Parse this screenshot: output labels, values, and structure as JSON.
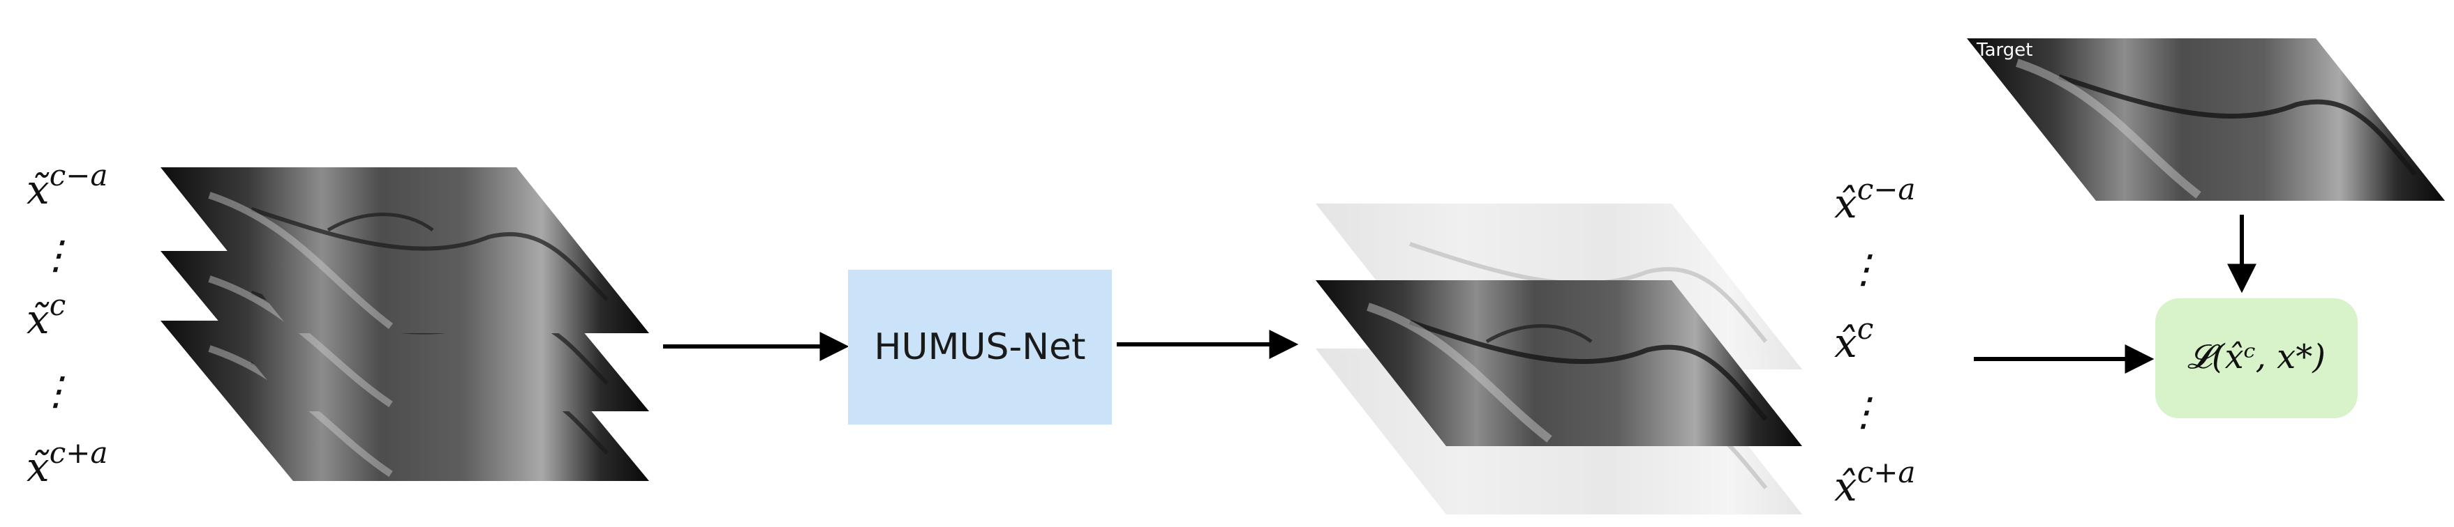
{
  "input_labels": {
    "top": "x̃",
    "top_sup": "c−a",
    "dots1": "⋮",
    "mid": "x̃",
    "mid_sup": "c",
    "dots2": "⋮",
    "bot": "x̃",
    "bot_sup": "c+a"
  },
  "model": {
    "label": "HUMUS-Net",
    "color": "#cbe3f8"
  },
  "output_labels": {
    "top": "x̂",
    "top_sup": "c−a",
    "dots1": "⋮",
    "mid": "x̂",
    "mid_sup": "c",
    "dots2": "⋮",
    "bot": "x̂",
    "bot_sup": "c+a"
  },
  "target": {
    "label": "Target"
  },
  "loss": {
    "label": "𝓛(x̂ᶜ, x*)",
    "color": "#d8f3c9"
  },
  "colors": {
    "arrow": "#000000",
    "slice_dark": "#1b1b1b",
    "slice_mid": "#6d6d6d",
    "slice_light": "#bdbdbd"
  }
}
